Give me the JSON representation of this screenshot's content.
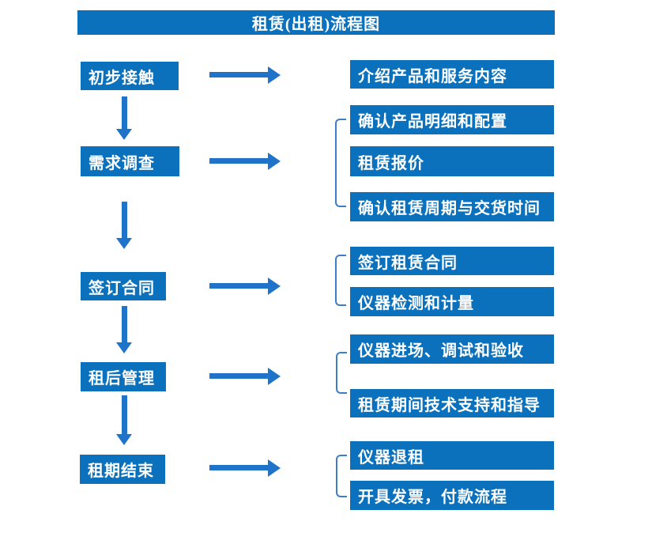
{
  "title": "租赁(出租)流程图",
  "colors": {
    "box_blue": "#0b71bd",
    "arrow_blue": "#1f74c9",
    "bracket_blue": "#3d7ec6",
    "text_white": "#ffffff"
  },
  "steps": [
    {
      "label": "初步接触",
      "details": [
        "介绍产品和服务内容"
      ]
    },
    {
      "label": "需求调查",
      "details": [
        "确认产品明细和配置",
        "租赁报价",
        "确认租赁周期与交货时间"
      ]
    },
    {
      "label": "签订合同",
      "details": [
        "签订租赁合同",
        "仪器检测和计量"
      ]
    },
    {
      "label": "租后管理",
      "details": [
        "仪器进场、调试和验收",
        "租赁期间技术支持和指导"
      ]
    },
    {
      "label": "租期结束",
      "details": [
        "仪器退租",
        "开具发票，付款流程"
      ]
    }
  ]
}
